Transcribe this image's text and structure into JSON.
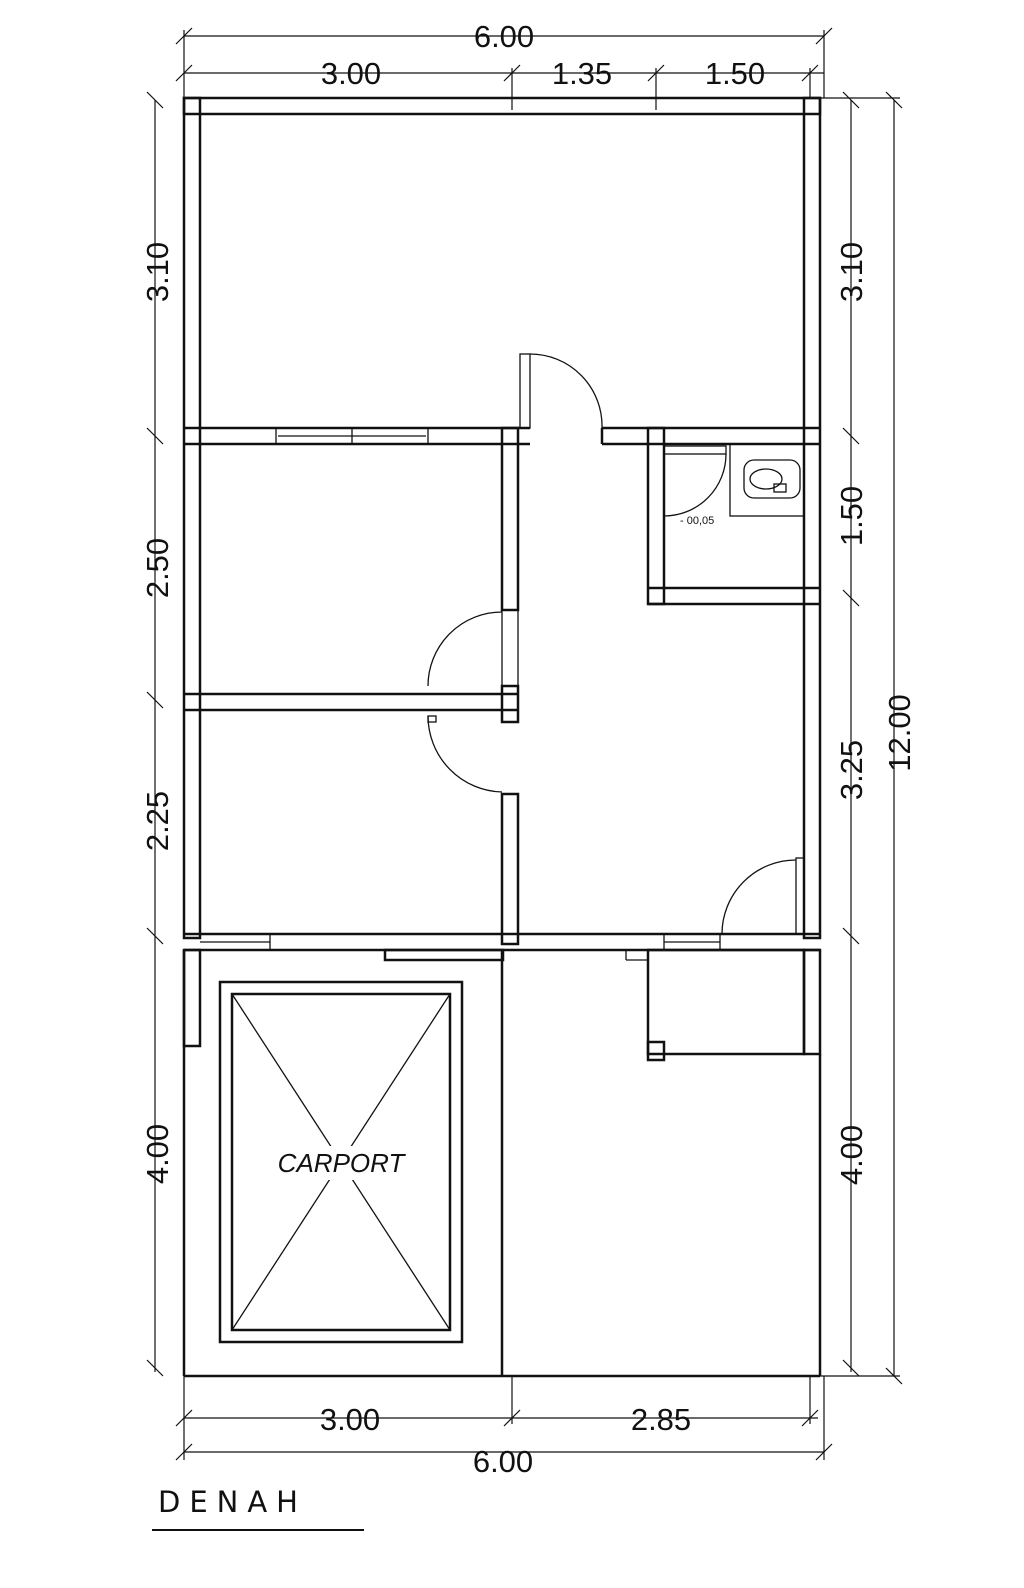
{
  "title": "DENAH",
  "room_label": "CARPORT",
  "level_mark": "- 00,05",
  "dimensions": {
    "top_total": "6.00",
    "top_a": "3.00",
    "top_b": "1.35",
    "top_c": "1.50",
    "bottom_a": "3.00",
    "bottom_b": "2.85",
    "bottom_total": "6.00",
    "left_1": "3.10",
    "left_2": "2.50",
    "left_3": "2.25",
    "left_4": "4.00",
    "right_1": "3.10",
    "right_2": "1.50",
    "right_3": "3.25",
    "right_4": "4.00",
    "right_total": "12.00"
  }
}
